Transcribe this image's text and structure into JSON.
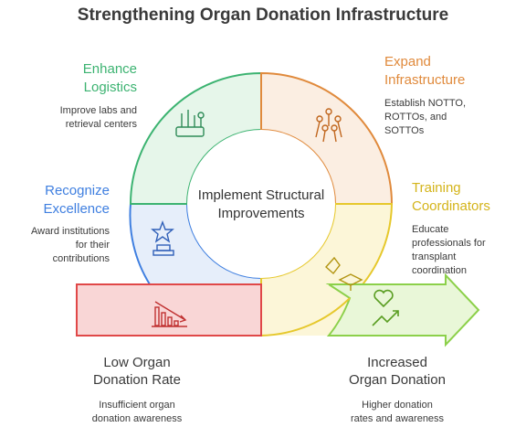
{
  "title": "Strengthening Organ Donation Infrastructure",
  "center": {
    "line1": "Implement Structural",
    "line2": "Improvements"
  },
  "segments": [
    {
      "title1": "Enhance",
      "title2": "Logistics",
      "desc1": "Improve labs and",
      "desc2": "retrieval centers",
      "color": "#3cb371",
      "fill": "#e6f6ea",
      "icon": "lab-tools-icon"
    },
    {
      "title1": "Expand",
      "title2": "Infrastructure",
      "desc1": "Establish NOTTO,",
      "desc2": "ROTTOs, and",
      "desc3": "SOTTOs",
      "color": "#e08a3c",
      "fill": "#fbeee2",
      "icon": "network-people-icon"
    },
    {
      "title1": "Training",
      "title2": "Coordinators",
      "desc1": "Educate",
      "desc2": "professionals for",
      "desc3": "transplant",
      "desc4": "coordination",
      "color": "#e6c82c",
      "fill": "#fcf6d8",
      "icon": "graduation-cap-icon"
    },
    {
      "title1": "Recognize",
      "title2": "Excellence",
      "desc1": "Award institutions",
      "desc2": "for their",
      "desc3": "contributions",
      "color": "#3f7fe0",
      "fill": "#e6eefa",
      "icon": "award-trophy-icon"
    }
  ],
  "start": {
    "title1": "Low Organ",
    "title2": "Donation Rate",
    "desc1": "Insufficient organ",
    "desc2": "donation awareness",
    "color": "#e04848",
    "fill": "#f9d6d6",
    "icon": "declining-chart-icon"
  },
  "end": {
    "title1": "Increased",
    "title2": "Organ Donation",
    "desc1": "Higher donation",
    "desc2": "rates and awareness",
    "color": "#8cd04a",
    "fill": "#e9f7d8",
    "icon": "heart-growth-icon"
  }
}
